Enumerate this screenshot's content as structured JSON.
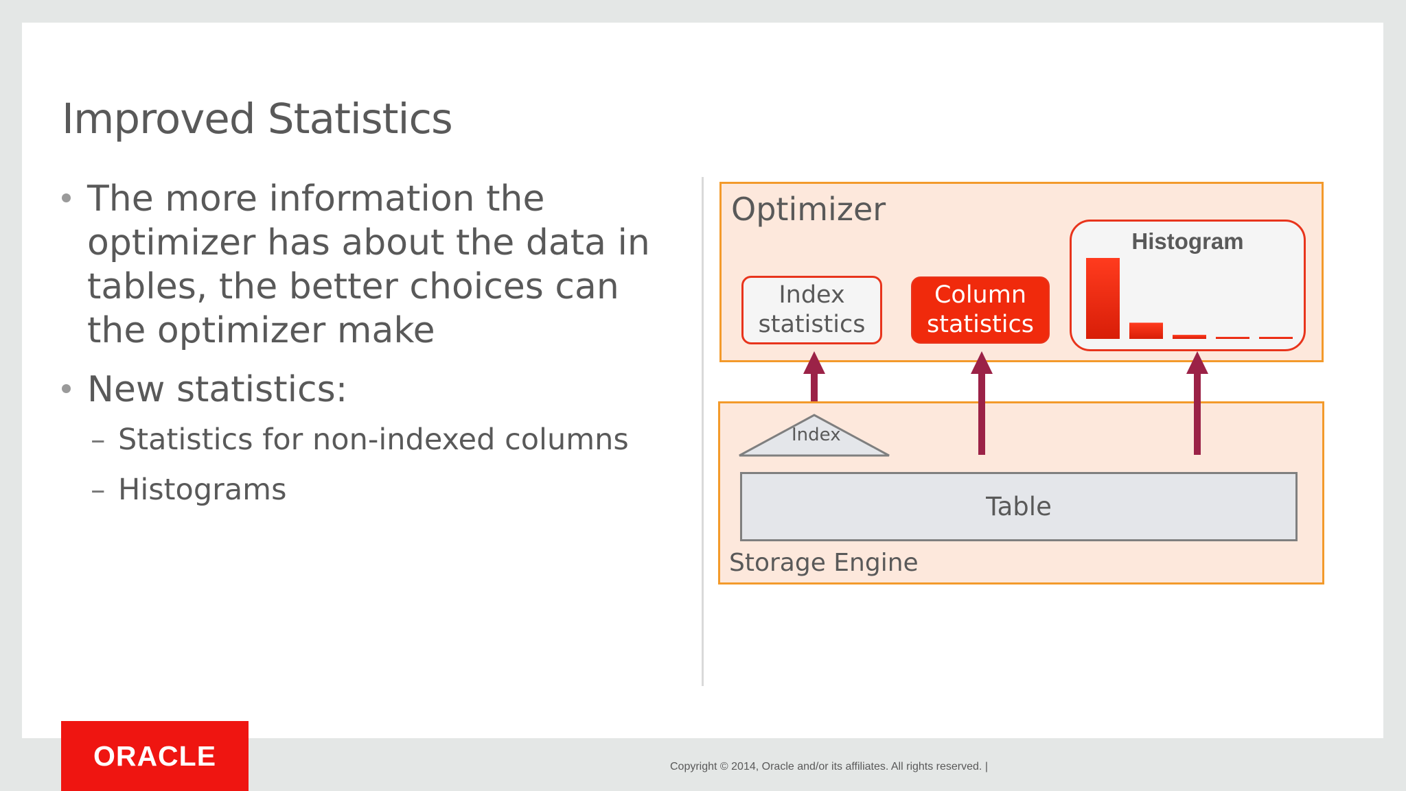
{
  "slide": {
    "title": "Improved Statistics",
    "bullets": [
      {
        "text": "The more information the optimizer has about the data in tables, the better choices can the optimizer make"
      },
      {
        "text": "New statistics:",
        "sub": [
          "Statistics for non-indexed columns",
          "Histograms"
        ]
      }
    ]
  },
  "diagram": {
    "optimizer_label": "Optimizer",
    "storage_label": "Storage Engine",
    "index_stats": [
      "Index",
      "statistics"
    ],
    "column_stats": [
      "Column",
      "statistics"
    ],
    "histogram_label": "Histogram",
    "index_label": "Index",
    "table_label": "Table",
    "histogram_values": [
      1.0,
      0.2,
      0.05,
      0.02,
      0.01
    ]
  },
  "footer": {
    "logo_text": "ORACLE",
    "copyright": "Copyright © 2014, Oracle and/or its affiliates. All rights reserved.  |"
  },
  "colors": {
    "accent_red": "#f02a0c",
    "box_border_orange": "#f39a2b",
    "arrow": "#9b2247"
  }
}
